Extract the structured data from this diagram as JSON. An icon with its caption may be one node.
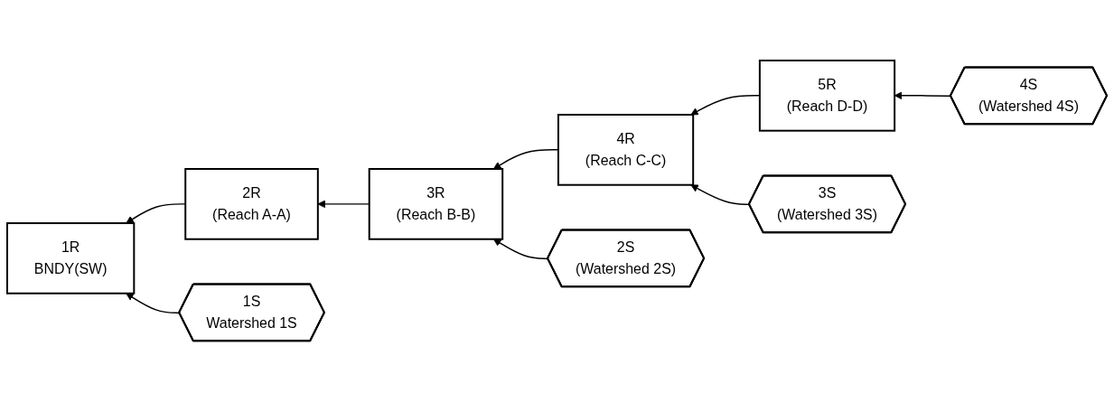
{
  "diagram": {
    "nodes": [
      {
        "text": [
          "1R",
          "BNDY(SW)"
        ]
      },
      {
        "text": [
          "2R",
          "(Reach A-A)"
        ]
      },
      {
        "text": [
          "3R",
          "(Reach B-B)"
        ]
      },
      {
        "text": [
          "4R",
          "(Reach C-C)"
        ]
      },
      {
        "text": [
          "5R",
          "(Reach D-D)"
        ]
      },
      {
        "text": [
          "1S",
          "Watershed 1S"
        ]
      },
      {
        "text": [
          "2S",
          "(Watershed 2S)"
        ]
      },
      {
        "text": [
          "3S",
          "(Watershed 3S)"
        ]
      },
      {
        "text": [
          "4S",
          "(Watershed 4S)"
        ]
      }
    ],
    "edges": [
      {
        "from": 1,
        "to": 0,
        "arrow": "to"
      },
      {
        "from": 2,
        "to": 1,
        "arrow": "to"
      },
      {
        "from": 3,
        "to": 2,
        "arrow": "to"
      },
      {
        "from": 4,
        "to": 3,
        "arrow": "to"
      },
      {
        "from": 5,
        "to": 0,
        "arrow": "to"
      },
      {
        "from": 6,
        "to": 2,
        "arrow": "to"
      },
      {
        "from": 7,
        "to": 3,
        "arrow": "to"
      },
      {
        "from": 8,
        "to": 4,
        "arrow": "to"
      }
    ]
  }
}
